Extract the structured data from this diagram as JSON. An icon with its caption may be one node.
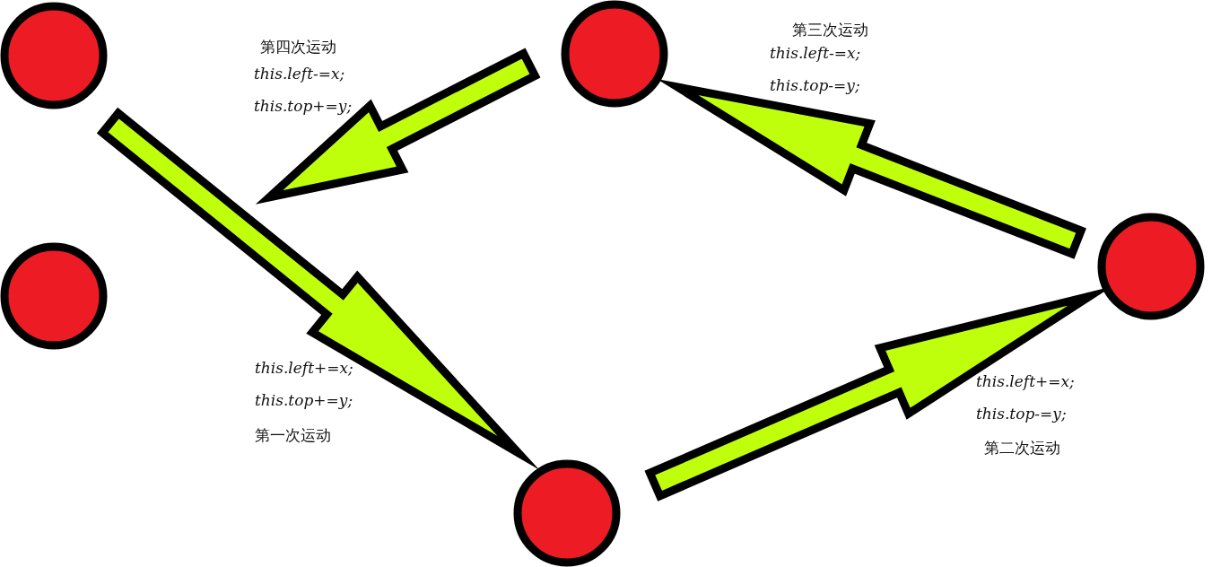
{
  "diagram": {
    "nodes": [
      {
        "text": [],
        "shape": "circle"
      },
      {
        "text": [],
        "shape": "circle"
      },
      {
        "text": [],
        "shape": "circle"
      },
      {
        "text": [],
        "shape": "circle"
      },
      {
        "text": [],
        "shape": "circle"
      }
    ],
    "edges": [
      {
        "from": 0,
        "to": 2,
        "arrow": "to"
      },
      {
        "from": 2,
        "to": 4,
        "arrow": "to"
      },
      {
        "from": 4,
        "to": 3,
        "arrow": "to"
      },
      {
        "from": 3,
        "to": null,
        "arrow": "to"
      }
    ],
    "labels": [
      "第四次运动",
      "this.left-=x;",
      "this.top+=y;",
      "第三次运动",
      "this.left-=x;",
      "this.top-=y;",
      "this.left+=x;",
      "this.top+=y;",
      "第一次运动",
      "this.left+=x;",
      "this.top-=y;",
      "第二次运动"
    ]
  }
}
